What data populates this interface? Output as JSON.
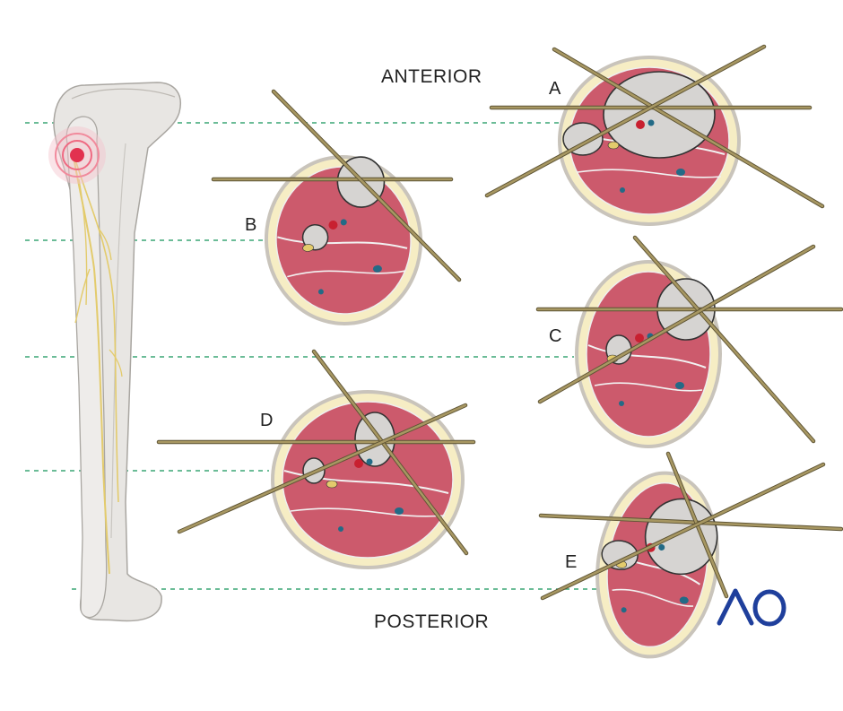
{
  "orientation": {
    "top": "ANTERIOR",
    "bottom": "POSTERIOR"
  },
  "sections": {
    "a": "A",
    "b": "B",
    "c": "C",
    "d": "D",
    "e": "E"
  },
  "logo": {
    "text": "AO",
    "color": "#1f3f9c"
  },
  "colors": {
    "muscle": "#cc5a6c",
    "fat": "#f6edc4",
    "skin": "#c9c4bb",
    "bone": "#d6d4d2",
    "pin": "#a79762",
    "guide_line": "#3aa575",
    "nerve": "#e3cb6c",
    "marker": "#e2314f",
    "artery": "#c82030",
    "vein": "#236a86"
  }
}
